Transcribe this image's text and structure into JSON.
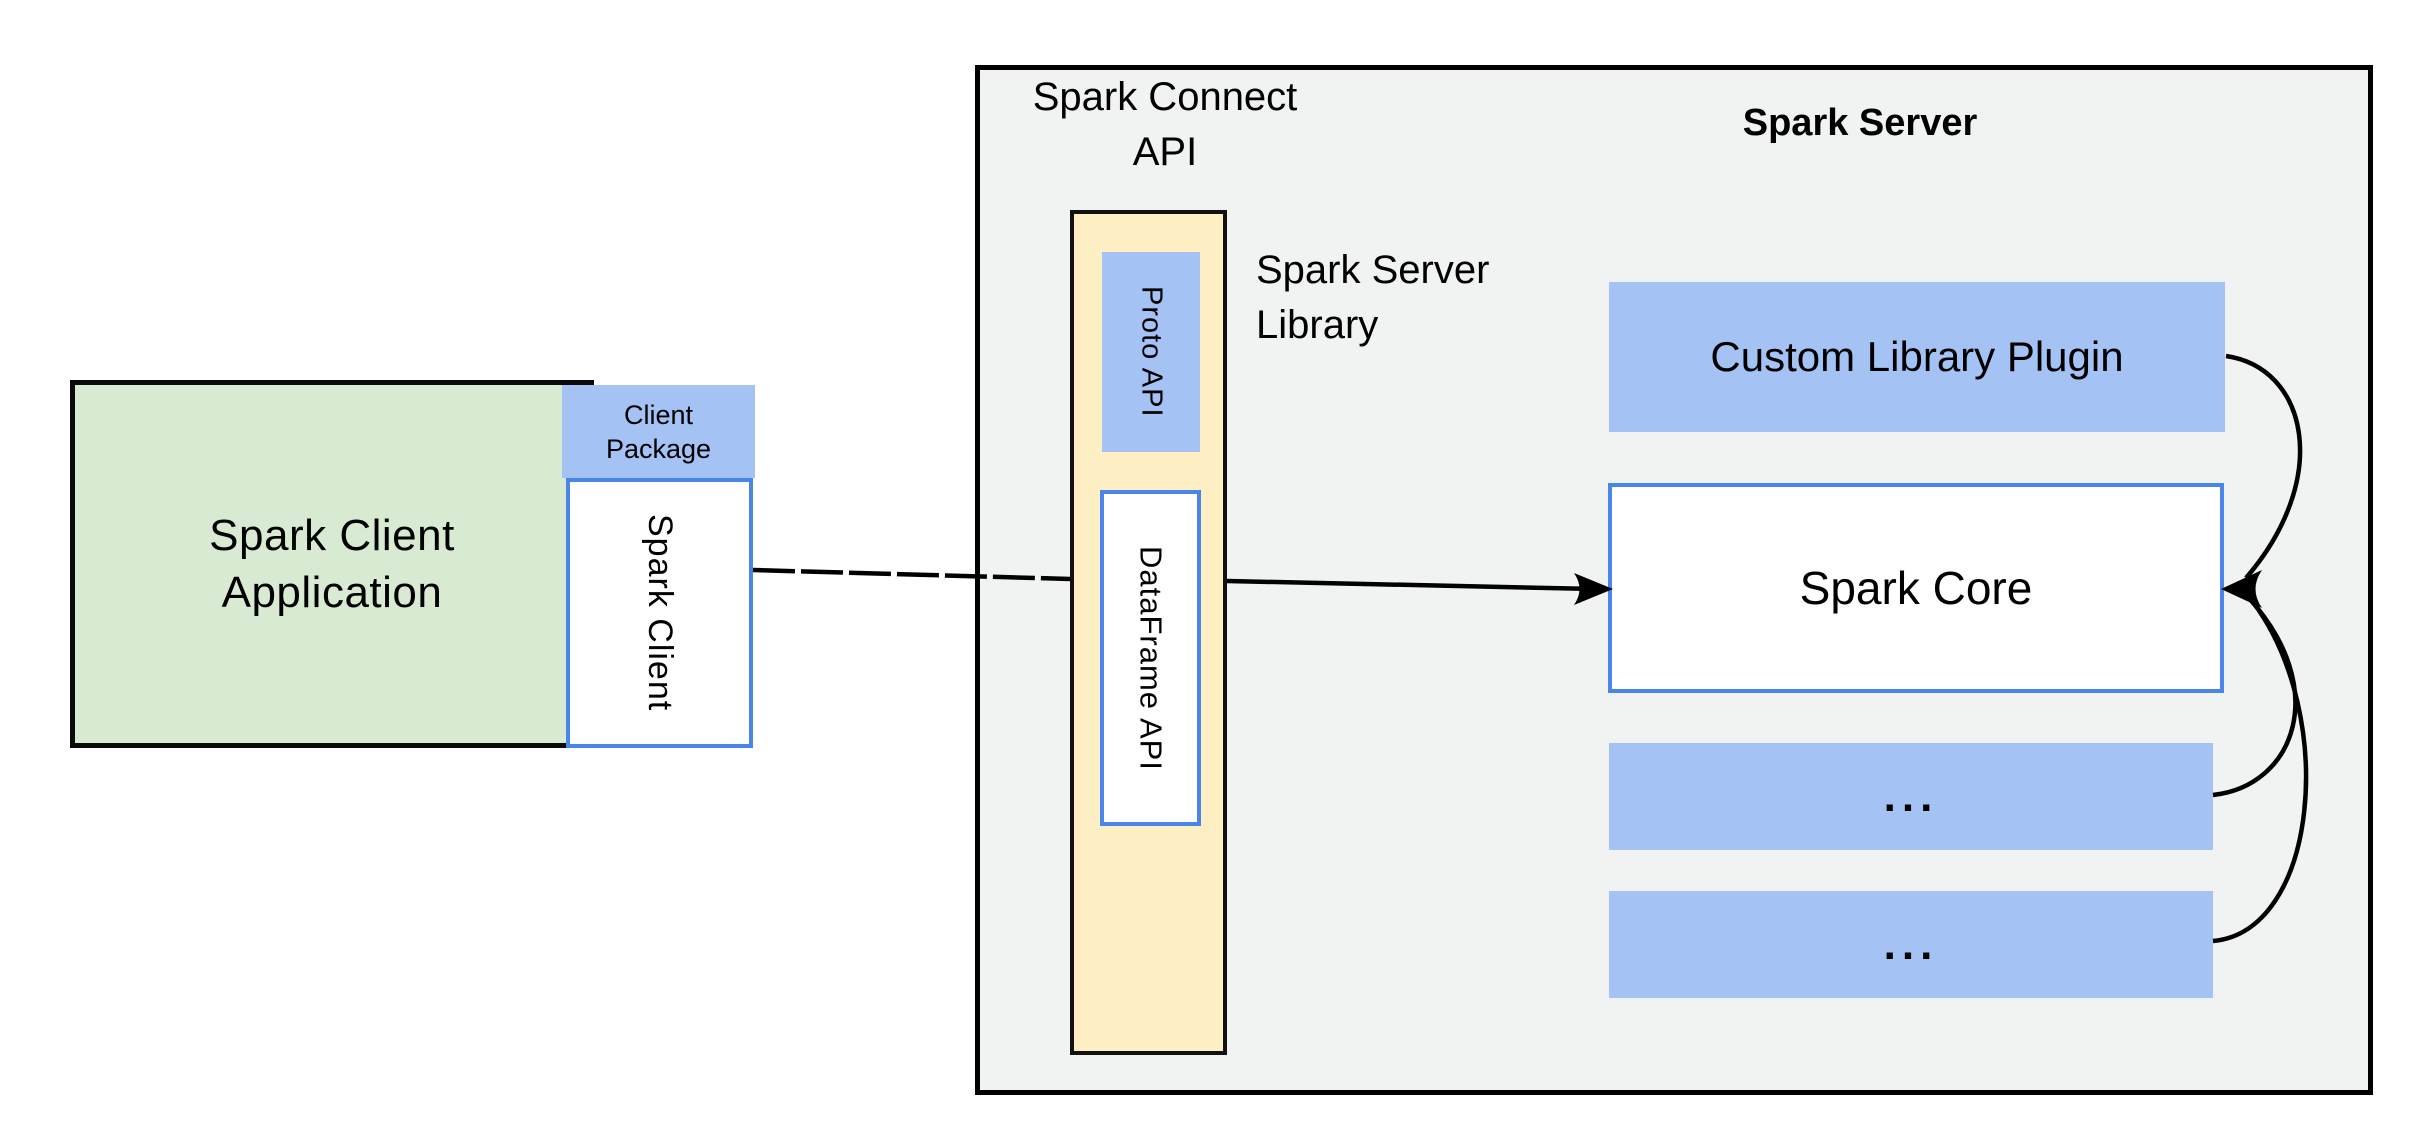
{
  "client": {
    "app_line1": "Spark Client",
    "app_line2": "Application",
    "package_line1": "Client",
    "package_line2": "Package",
    "client_label": "Spark Client"
  },
  "connect": {
    "title_line1": "Spark Connect",
    "title_line2": "API",
    "proto_label": "Proto API",
    "dataframe_label": "DataFrame API",
    "library_line1": "Spark Server",
    "library_line2": "Library"
  },
  "server": {
    "title": "Spark Server",
    "plugin_label": "Custom Library Plugin",
    "core_label": "Spark Core",
    "ellipsis_top": "...",
    "ellipsis_bottom": "..."
  },
  "colors": {
    "client_app_fill": "#d9ead3",
    "blue_fill": "#a4c2f4",
    "yellow_fill": "#fdeec3",
    "container_fill": "#f1f2f2",
    "box_border_blue": "#4a86e8",
    "outline_black": "#000000",
    "arrow": "#000000"
  }
}
